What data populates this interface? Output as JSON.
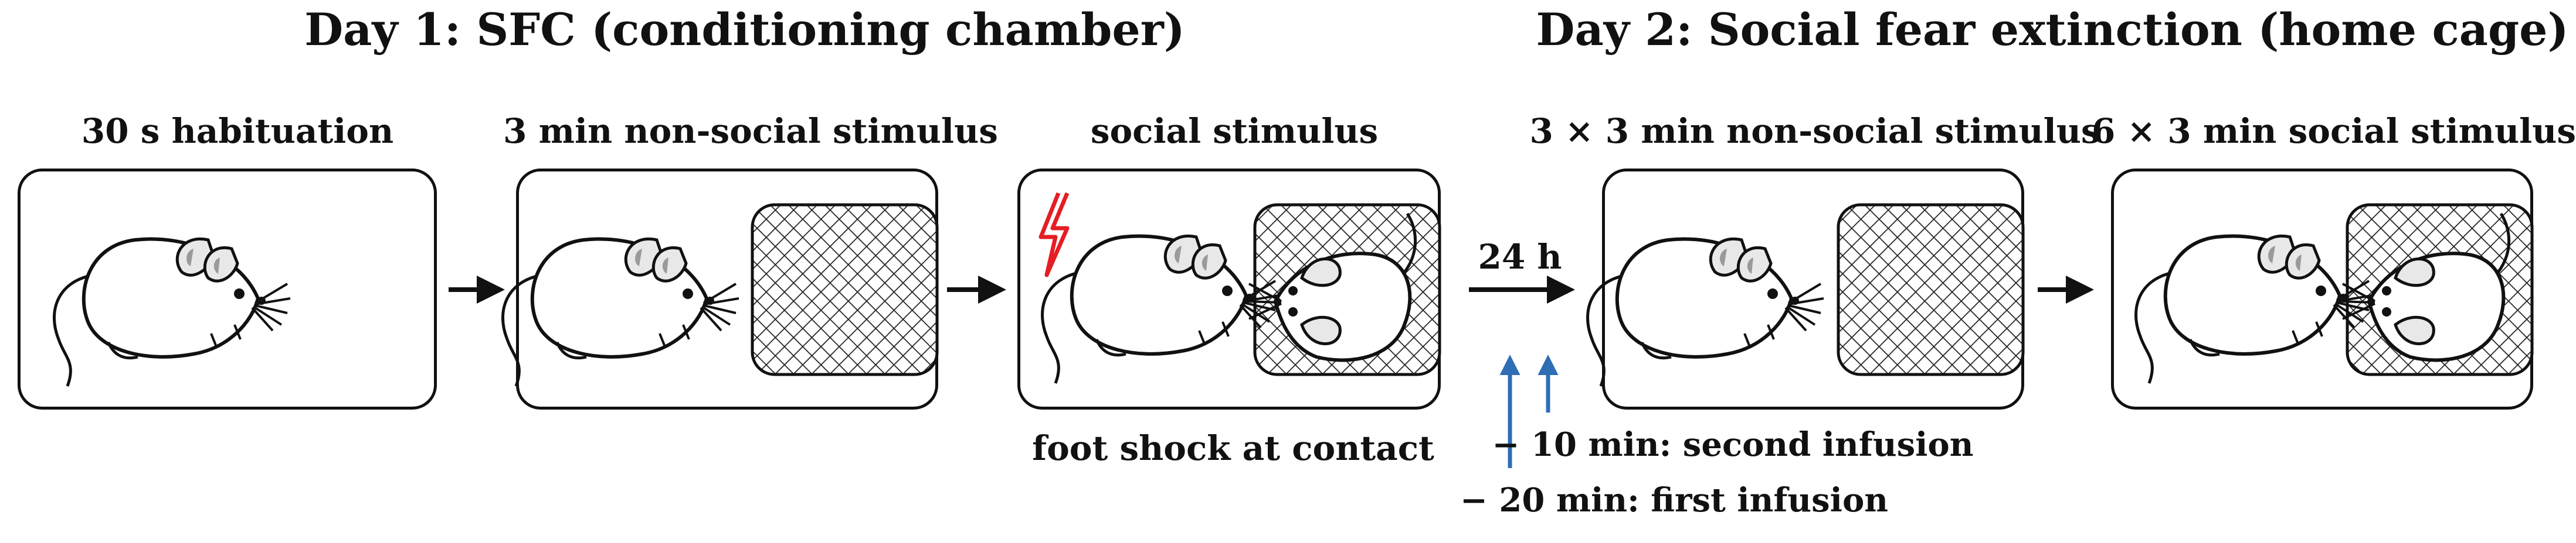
{
  "header": {
    "day1_title": "Day 1: SFC (conditioning chamber)",
    "day2_title": "Day 2: Social fear extinction (home cage)"
  },
  "stages": {
    "habituation": "30 s habituation",
    "nonsocial": "3 min non-social stimulus",
    "social": "social stimulus",
    "ext_nonsocial": "3 × 3 min non-social stimulus",
    "ext_social": "6 × 3 min social stimulus"
  },
  "notes": {
    "footshock": "foot shock at contact",
    "delay": "24 h",
    "infusion2": "− 10 min: second infusion",
    "infusion1": "− 20 min: first infusion"
  },
  "colors": {
    "shock": "#e31e24",
    "infusion_arrow": "#2f6db5",
    "line": "#111111"
  },
  "icons": [
    "mouse-icon",
    "mesh-cage-icon",
    "lightning-icon",
    "arrow-icon"
  ]
}
